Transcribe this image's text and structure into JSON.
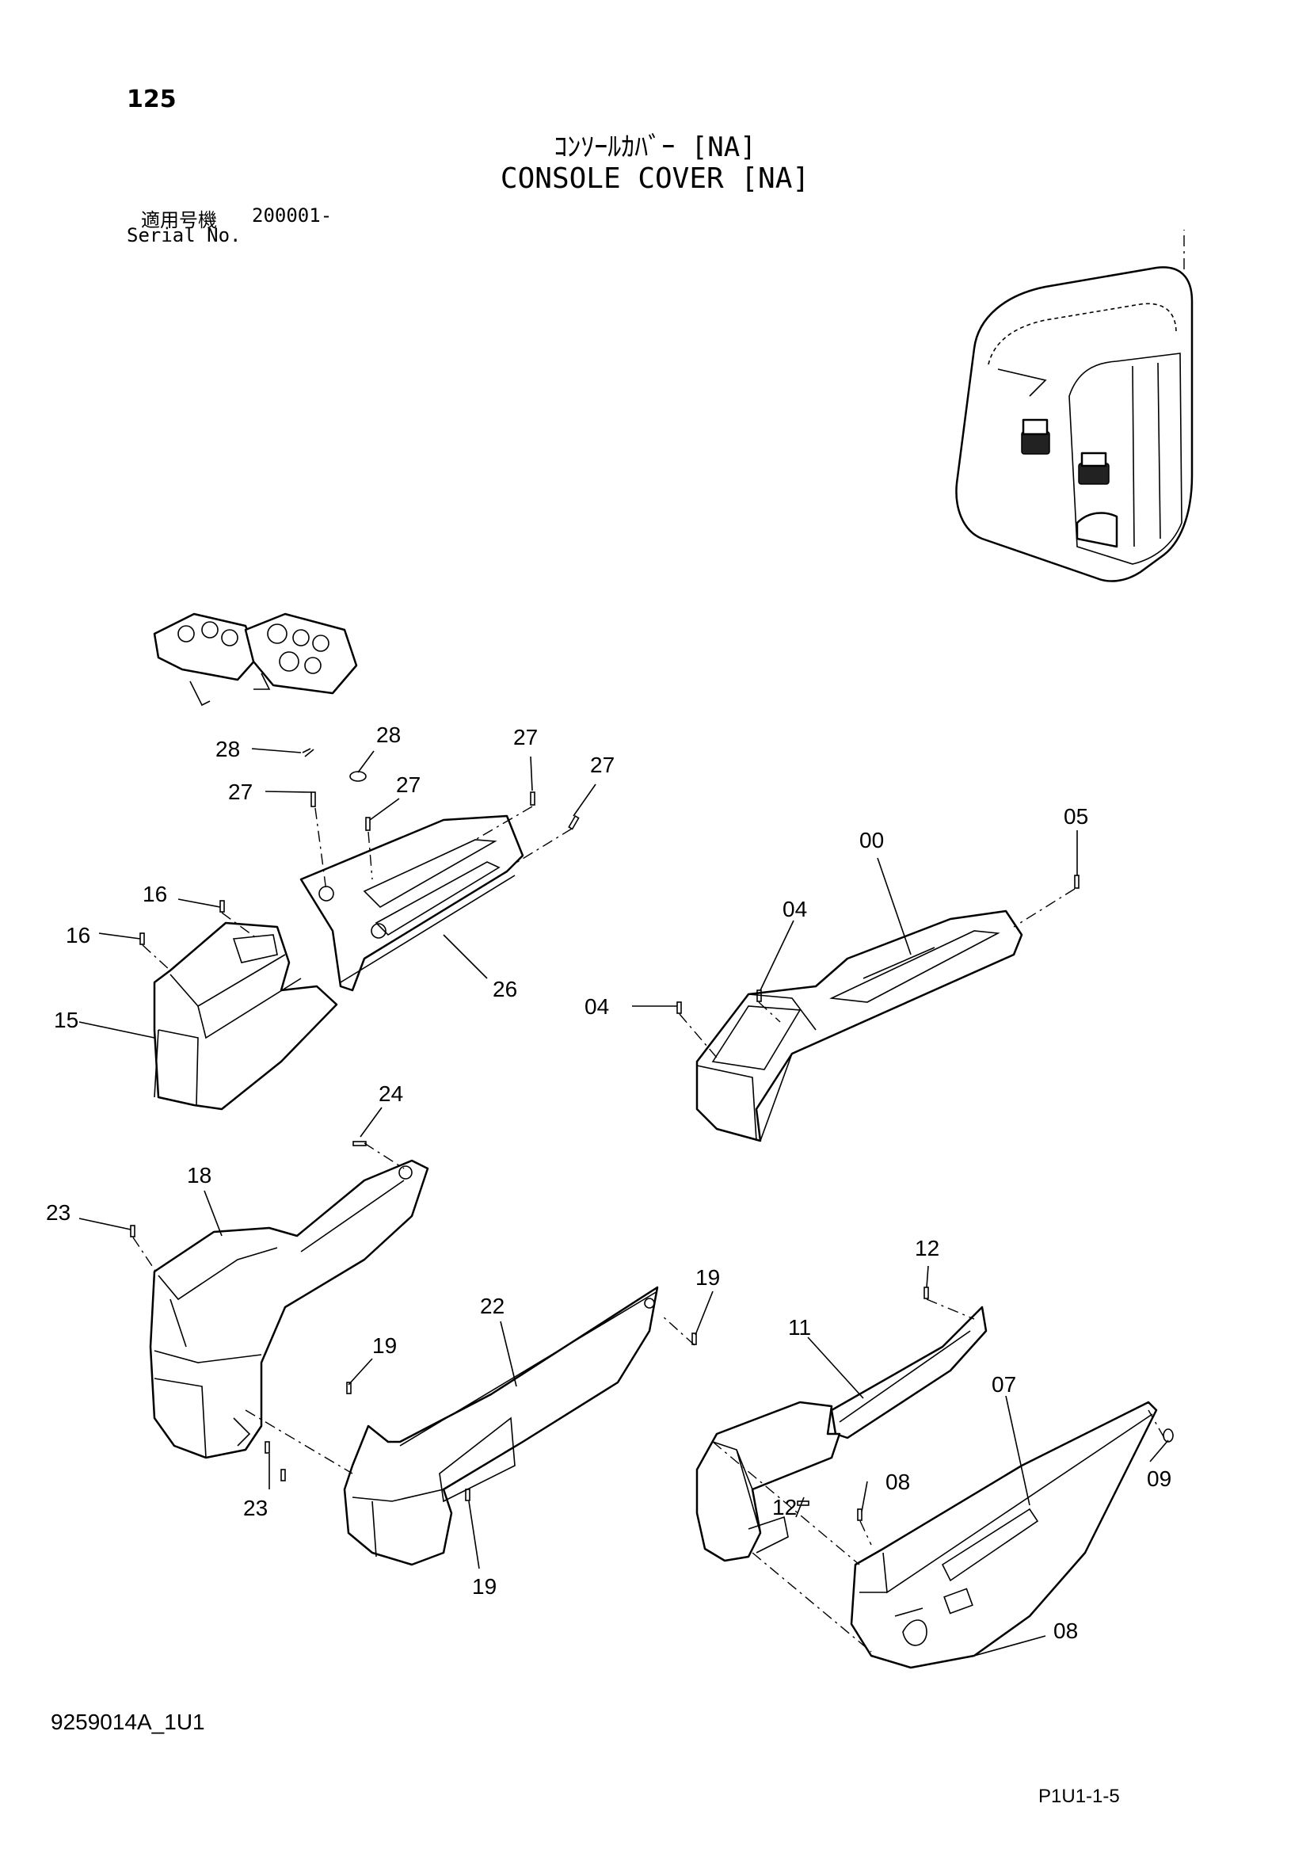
{
  "page_number": "125",
  "title_jp": "ｺﾝｿｰﾙｶﾊﾞｰ [NA]",
  "title_en": "CONSOLE COVER [NA]",
  "serial_label_jp": "適用号機",
  "serial_value": "200001-",
  "serial_label_en": "Serial No.",
  "document_code": "9259014A_1U1",
  "page_reference": "P1U1-1-5",
  "callouts": {
    "c28a": "28",
    "c28b": "28",
    "c27a": "27",
    "c27b": "27",
    "c27c": "27",
    "c27d": "27",
    "c16a": "16",
    "c16b": "16",
    "c15": "15",
    "c26": "26",
    "c00": "00",
    "c05": "05",
    "c04a": "04",
    "c04b": "04",
    "c24": "24",
    "c18": "18",
    "c23a": "23",
    "c23b": "23",
    "c22": "22",
    "c19a": "19",
    "c19b": "19",
    "c19c": "19",
    "c12a": "12",
    "c12b": "12",
    "c11": "11",
    "c07": "07",
    "c09": "09",
    "c08a": "08",
    "c08b": "08"
  }
}
